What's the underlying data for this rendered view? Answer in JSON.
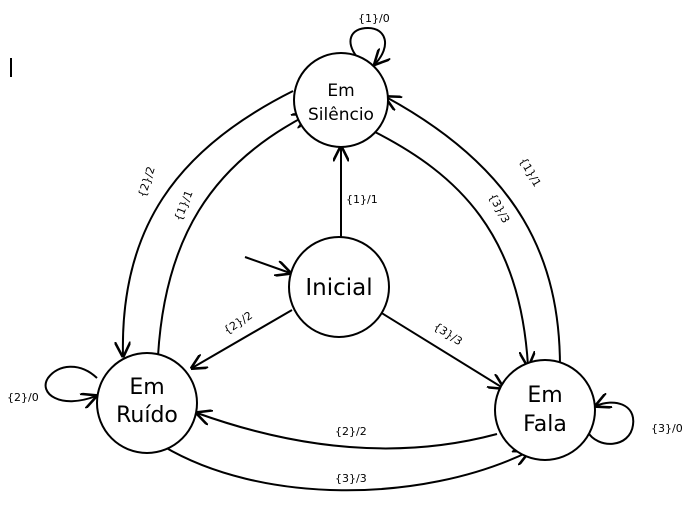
{
  "diagram": {
    "type": "state-machine",
    "states": {
      "inicial": "Inicial",
      "silencio_line1": "Em",
      "silencio_line2": "Silêncio",
      "ruido_line1": "Em",
      "ruido_line2": "Ruído",
      "fala_line1": "Em",
      "fala_line2": "Fala"
    },
    "transitions": {
      "silencio_self": "{1}/0",
      "inicial_to_silencio": "{1}/1",
      "silencio_to_ruido": "{2}/2",
      "ruido_to_silencio": "{1}/1",
      "silencio_to_fala": "{3}/3",
      "fala_to_silencio": "{1}/1",
      "inicial_to_ruido": "{2}/2",
      "inicial_to_fala": "{3}/3",
      "ruido_self": "{2}/0",
      "fala_self": "{3}/0",
      "fala_to_ruido": "{2}/2",
      "ruido_to_fala": "{3}/3"
    }
  }
}
